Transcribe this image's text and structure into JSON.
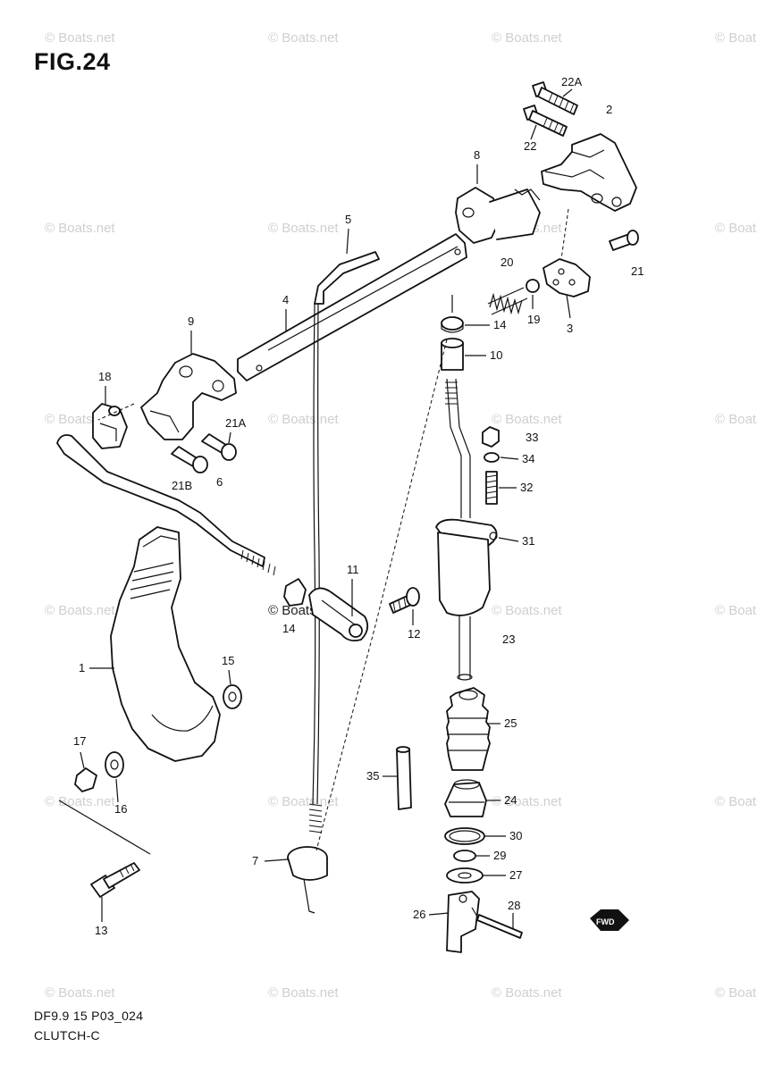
{
  "figure": {
    "title": "FIG.24",
    "code": "DF9.9 15 P03_024",
    "subtitle": "CLUTCH-C"
  },
  "watermark": {
    "text": "© Boats.net"
  },
  "direction_badge": {
    "text": "FWD",
    "icon": "forward-arrow-icon"
  },
  "callouts": [
    {
      "id": "22A",
      "label": "22A"
    },
    {
      "id": "2",
      "label": "2"
    },
    {
      "id": "22",
      "label": "22"
    },
    {
      "id": "8",
      "label": "8"
    },
    {
      "id": "5",
      "label": "5"
    },
    {
      "id": "20",
      "label": "20"
    },
    {
      "id": "21",
      "label": "21"
    },
    {
      "id": "4",
      "label": "4"
    },
    {
      "id": "19",
      "label": "19"
    },
    {
      "id": "3",
      "label": "3"
    },
    {
      "id": "14a",
      "label": "14"
    },
    {
      "id": "9",
      "label": "9"
    },
    {
      "id": "10",
      "label": "10"
    },
    {
      "id": "18",
      "label": "18"
    },
    {
      "id": "21A",
      "label": "21A"
    },
    {
      "id": "33",
      "label": "33"
    },
    {
      "id": "34",
      "label": "34"
    },
    {
      "id": "21B",
      "label": "21B"
    },
    {
      "id": "6",
      "label": "6"
    },
    {
      "id": "32",
      "label": "32"
    },
    {
      "id": "31",
      "label": "31"
    },
    {
      "id": "11",
      "label": "11"
    },
    {
      "id": "14b",
      "label": "14"
    },
    {
      "id": "12",
      "label": "12"
    },
    {
      "id": "23",
      "label": "23"
    },
    {
      "id": "1",
      "label": "1"
    },
    {
      "id": "15",
      "label": "15"
    },
    {
      "id": "25",
      "label": "25"
    },
    {
      "id": "17",
      "label": "17"
    },
    {
      "id": "35",
      "label": "35"
    },
    {
      "id": "24",
      "label": "24"
    },
    {
      "id": "16",
      "label": "16"
    },
    {
      "id": "30",
      "label": "30"
    },
    {
      "id": "7",
      "label": "7"
    },
    {
      "id": "29",
      "label": "29"
    },
    {
      "id": "27",
      "label": "27"
    },
    {
      "id": "28",
      "label": "28"
    },
    {
      "id": "26",
      "label": "26"
    },
    {
      "id": "13",
      "label": "13"
    }
  ]
}
